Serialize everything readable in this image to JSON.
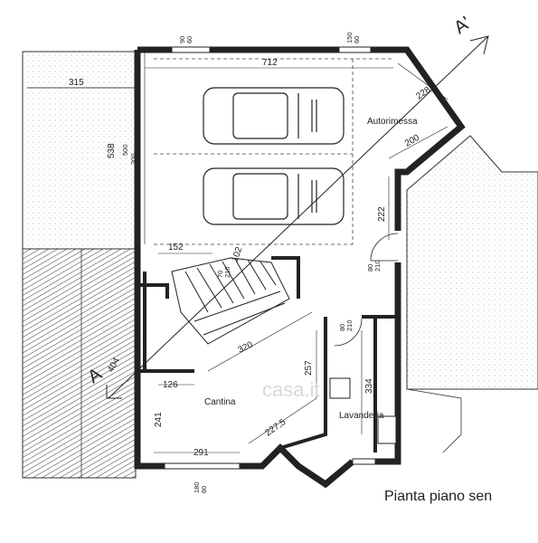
{
  "title": "Pianta piano sen",
  "watermark": "casa.it",
  "section_marks": {
    "top": "A'",
    "bottom": "A"
  },
  "rooms": {
    "garage": "Autorimessa",
    "cellar": "Cantina",
    "laundry": "Lavanderia"
  },
  "dimensions": {
    "left_strip_width": "315",
    "left_strip_length": "538",
    "garage_width": "712",
    "garage_wall_500": "500",
    "garage_wall_200": "200",
    "garage_diag_228": "228",
    "garage_diag_200": "200",
    "garage_depth_222": "222",
    "stair_152": "152",
    "stair_102": "102",
    "stair_320": "320",
    "stair_diag_404": "404",
    "cellar_126": "126",
    "cellar_241": "241",
    "cellar_291": "291",
    "cellar_2275": "227,5",
    "cellar_257": "257",
    "laundry_334": "334"
  },
  "openings": {
    "win_top_left": "90\n60",
    "win_top_right": "150\n60",
    "door_garage": "80\n210",
    "door_laundry": "80\n210",
    "stair_door": "70\n210",
    "win_bottom": "180\n60"
  }
}
